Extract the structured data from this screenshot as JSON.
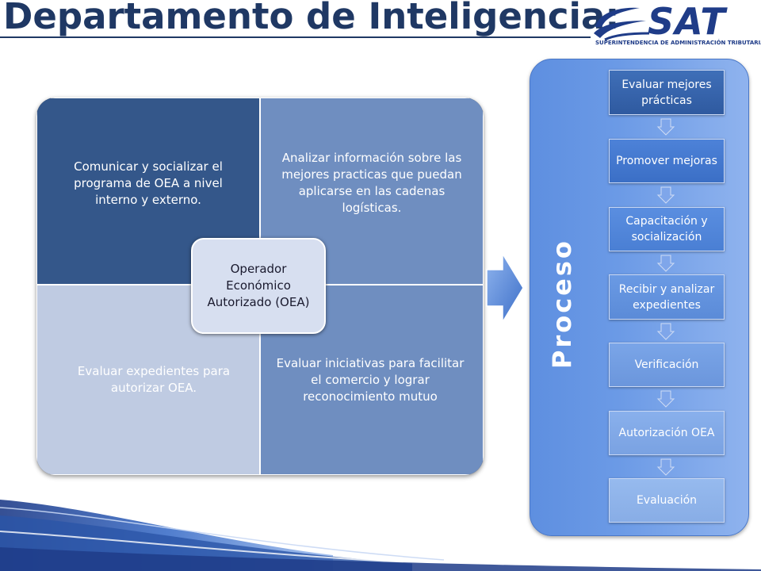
{
  "header": {
    "title": "Departamento de Inteligencia:"
  },
  "logo": {
    "text": "SAT",
    "subtitle": "SUPERINTENDENCIA DE ADMINISTRACIÓN TRIBUTARIA"
  },
  "matrix": {
    "center": "Operador Económico Autorizado (OEA)",
    "cells": [
      "Comunicar y socializar el programa de OEA a nivel interno y externo.",
      "Analizar información sobre las mejores practicas que puedan aplicarse en las cadenas logísticas.",
      "Evaluar expedientes para autorizar OEA.",
      "Evaluar iniciativas para facilitar el comercio y lograr reconocimiento mutuo"
    ]
  },
  "process": {
    "label": "Proceso",
    "steps": [
      "Evaluar mejores prácticas",
      "Promover mejoras",
      "Capacitación y socialización",
      "Recibir  y analizar expedientes",
      "Verificación",
      "Autorización OEA",
      "Evaluación"
    ]
  },
  "colors": {
    "title": "#1f3864",
    "cell_dark": "#34578a",
    "cell_mid": "#6f8ec0",
    "cell_light": "#bfcbe2",
    "panel": "#6b9ae6"
  },
  "icons": {
    "logo_mark": "sat-swoosh-icon",
    "flow_arrow": "right-arrow-icon",
    "step_arrow": "down-arrow-icon"
  }
}
